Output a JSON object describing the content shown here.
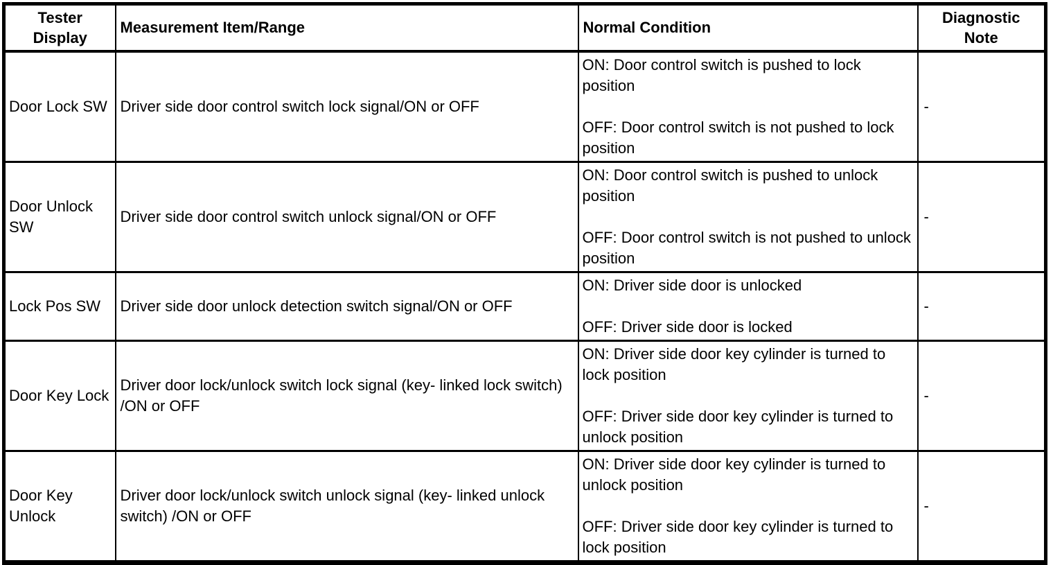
{
  "table": {
    "headers": {
      "tester_display": "Tester Display",
      "measurement": "Measurement Item/Range",
      "normal_condition": "Normal Condition",
      "diagnostic_note": "Diagnostic Note"
    },
    "rows": [
      {
        "tester_display": "Door Lock SW",
        "measurement": "Driver side door control switch lock signal/ON or OFF",
        "normal_on": "ON: Door control switch is pushed to lock position",
        "normal_off": "OFF: Door control switch is not pushed to lock position",
        "diagnostic_note": "-"
      },
      {
        "tester_display": "Door Unlock SW",
        "measurement": "Driver side door control switch unlock signal/ON or OFF",
        "normal_on": "ON: Door control switch is pushed to unlock position",
        "normal_off": "OFF: Door control switch is not pushed to unlock position",
        "diagnostic_note": "-"
      },
      {
        "tester_display": "Lock Pos SW",
        "measurement": "Driver side door unlock detection switch signal/ON or OFF",
        "normal_on": "ON: Driver side door is unlocked",
        "normal_off": "OFF: Driver side door is locked",
        "diagnostic_note": "-"
      },
      {
        "tester_display": "Door Key Lock",
        "measurement": "Driver door lock/unlock switch lock signal (key- linked lock switch) /ON or OFF",
        "normal_on": "ON: Driver side door key cylinder is turned to lock position",
        "normal_off": "OFF: Driver side door key cylinder is turned to unlock position",
        "diagnostic_note": "-"
      },
      {
        "tester_display": "Door Key Unlock",
        "measurement": "Driver door lock/unlock switch unlock signal (key- linked unlock switch) /ON or OFF",
        "normal_on": "ON: Driver side door key cylinder is turned to unlock position",
        "normal_off": "OFF: Driver side door key cylinder is turned to lock position",
        "diagnostic_note": "-"
      }
    ]
  }
}
